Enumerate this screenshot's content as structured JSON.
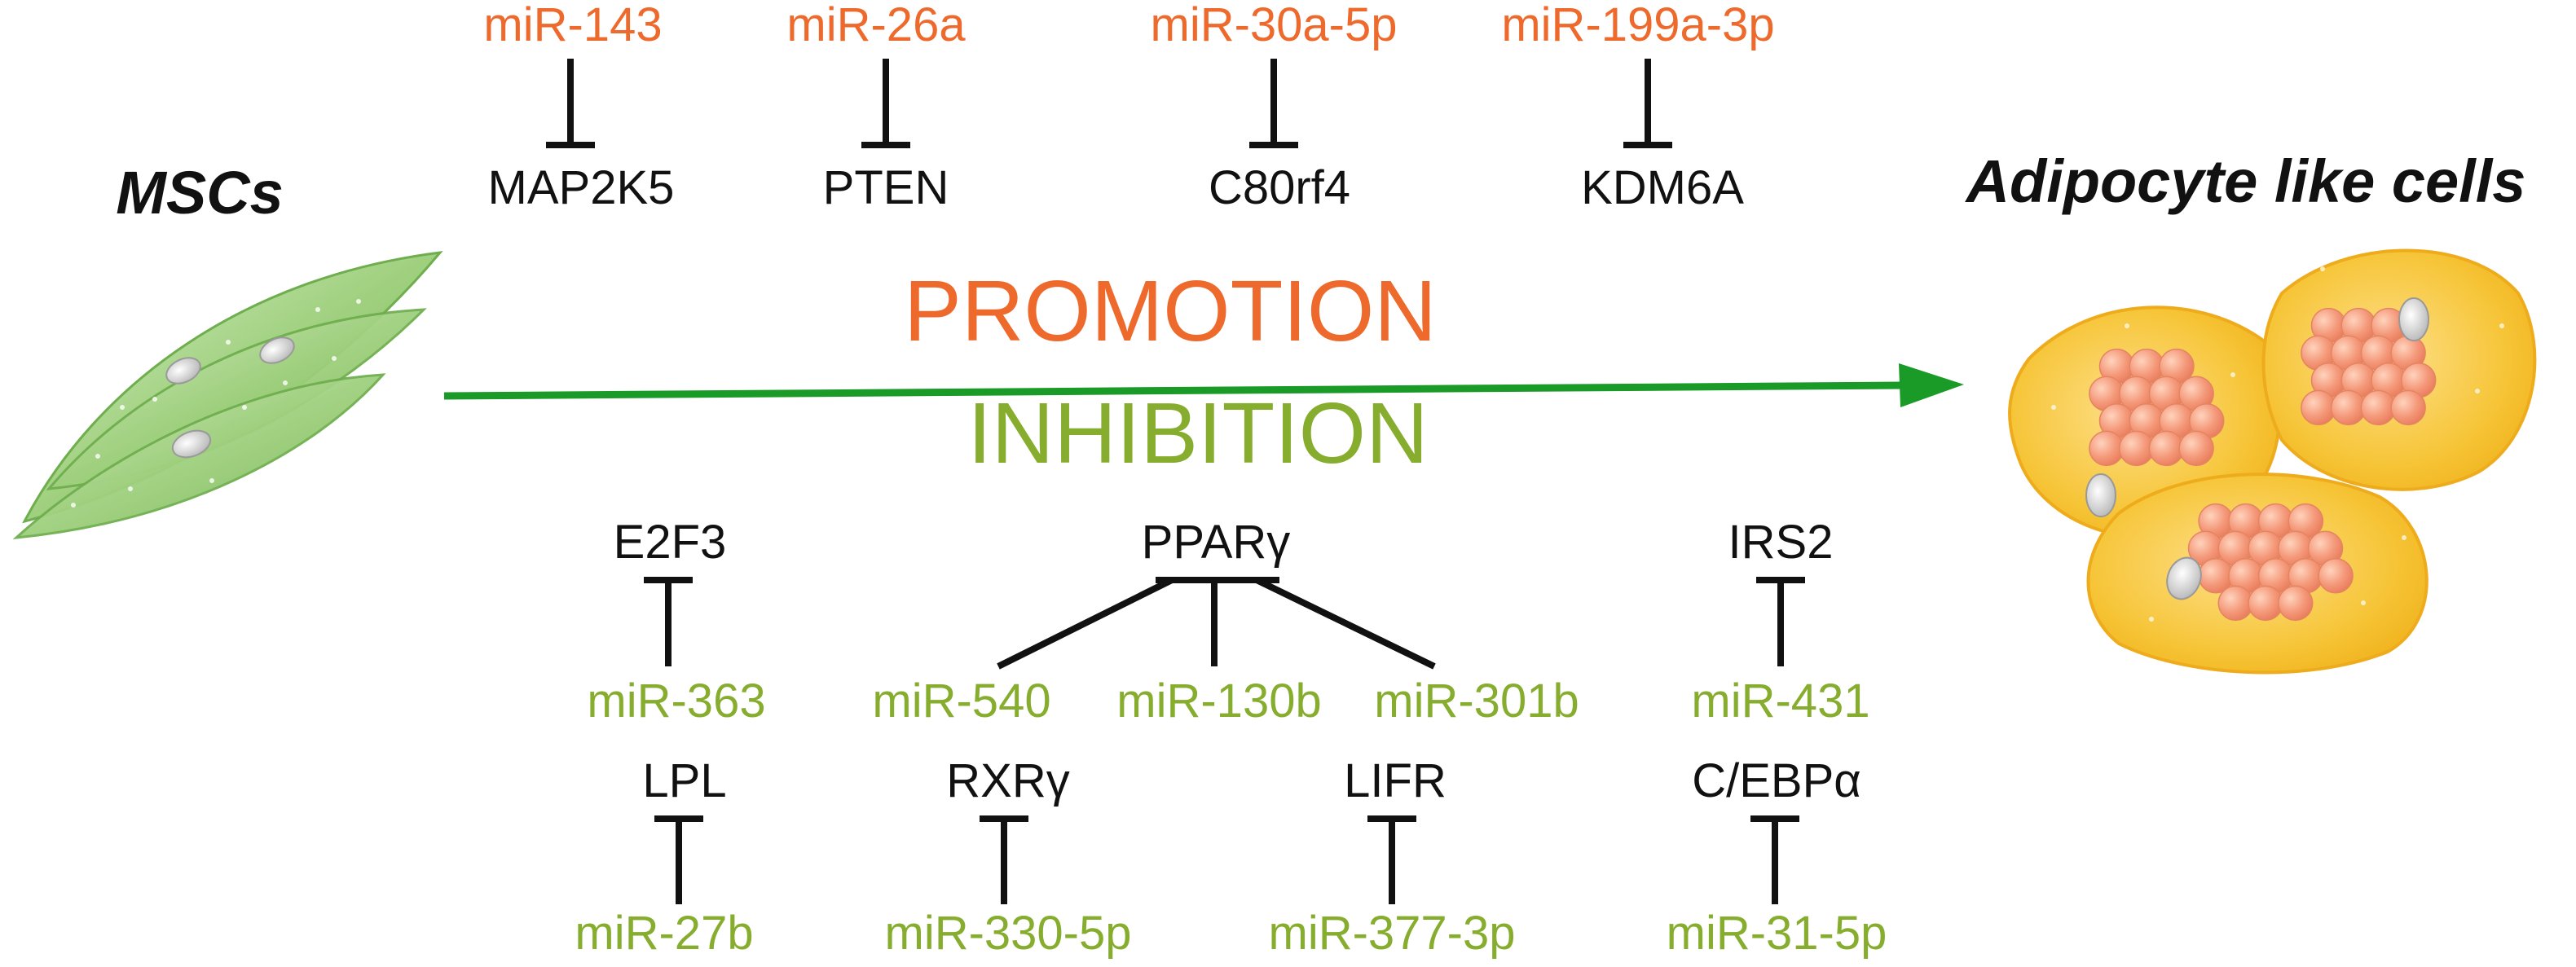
{
  "colors": {
    "promotion": "#ee6a2c",
    "inhibition": "#86ad2e",
    "arrow": "#1a9a26",
    "gene": "#111111",
    "cell_yellow": "#f5bf2a",
    "droplet": "#f0926a",
    "msc_green": "#8cc968"
  },
  "labels": {
    "msc": "MSCs",
    "adipocyte": "Adipocyte like cells",
    "promotion": "PROMOTION",
    "inhibition": "INHIBITION"
  },
  "promotion_pairs": [
    {
      "mirna": "miR-143",
      "gene": "MAP2K5"
    },
    {
      "mirna": "miR-26a",
      "gene": "PTEN"
    },
    {
      "mirna": "miR-30a-5p",
      "gene": "C80rf4"
    },
    {
      "mirna": "miR-199a-3p",
      "gene": "KDM6A"
    }
  ],
  "inhibition_row1": {
    "left": {
      "gene": "E2F3",
      "mirna": "miR-363"
    },
    "center": {
      "gene": "PPARγ",
      "mirnas": [
        "miR-540",
        "miR-130b",
        "miR-301b"
      ]
    },
    "right": {
      "gene": "IRS2",
      "mirna": "miR-431"
    }
  },
  "inhibition_row2": [
    {
      "gene": "LPL",
      "mirna": "miR-27b"
    },
    {
      "gene": "RXRγ",
      "mirna": "miR-330-5p"
    },
    {
      "gene": "LIFR",
      "mirna": "miR-377-3p"
    },
    {
      "gene": "C/EBPα",
      "mirna": "miR-31-5p"
    }
  ]
}
